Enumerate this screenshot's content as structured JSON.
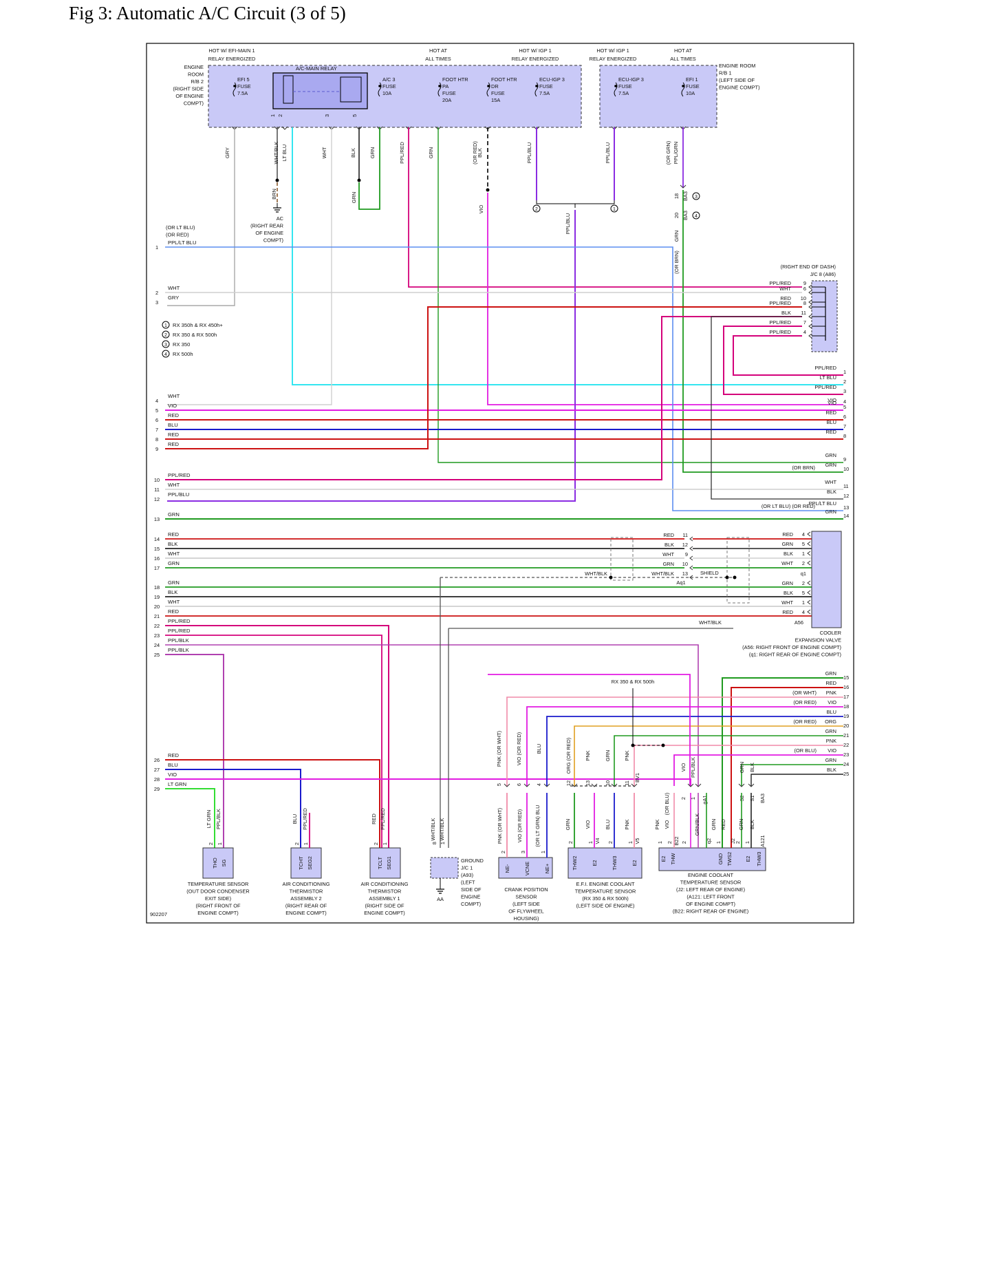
{
  "title": "Fig 3: Automatic A/C Circuit (3 of 5)",
  "figure_id": "902207",
  "colors": {
    "box_fill": "#c9c9f7",
    "box_stroke": "#555566",
    "GRY": "#a8a8a8",
    "WHT": "#cfcfcf",
    "LT_BLU": "#33e6f0",
    "BLU": "#1a1acc",
    "RED": "#cc1111",
    "PPL_RED": "#d4007a",
    "VIO": "#e21be2",
    "GRN": "#1f9a1f",
    "LT_GRN": "#33dd33",
    "PPL_BLU": "#8a2be2",
    "PPL_LTBLU": "#5b8ef0",
    "BLK": "#222222",
    "PNK": "#f08aa8",
    "ORG": "#e0a020",
    "PPL_BLK": "#b040b0",
    "BRN": "#8b5a2b",
    "WHT_BLK": "#555555"
  },
  "left_notes": {
    "engine_room": [
      "ENGINE",
      "ROOM",
      "R/B 2",
      "(RIGHT SIDE",
      "OF ENGINE",
      "COMPT)"
    ],
    "right_note": [
      "ENGINE ROOM",
      "R/B 1",
      "(LEFT SIDE OF",
      "ENGINE COMPT)"
    ]
  },
  "top_headers": [
    {
      "l1": "HOT W/ EFI-MAIN 1",
      "l2": "RELAY ENERGIZED"
    },
    {
      "l1": "HOT AT",
      "l2": "ALL TIMES"
    },
    {
      "l1": "HOT W/ IGP 1",
      "l2": "RELAY ENERGIZED"
    },
    {
      "l1": "HOT W/ IGP 1",
      "l2": "RELAY ENERGIZED"
    },
    {
      "l1": "HOT AT",
      "l2": "ALL TIMES"
    }
  ],
  "relay_label": "A/C-MAIN RELAY",
  "fuses": [
    {
      "l1": "EFI 5",
      "l2": "FUSE",
      "l3": "7.5A"
    },
    {
      "l1": "A/C 3",
      "l2": "FUSE",
      "l3": "10A"
    },
    {
      "l1": "FOOT HTR",
      "l2": "PA",
      "l3": "FUSE",
      "l4": "20A"
    },
    {
      "l1": "FOOT HTR",
      "l2": "DR",
      "l3": "FUSE",
      "l4": "15A"
    },
    {
      "l1": "ECU-IGP 3",
      "l2": "FUSE",
      "l3": "7.5A"
    },
    {
      "l1": "ECU-IGP 3",
      "l2": "FUSE",
      "l3": "7.5A"
    },
    {
      "l1": "EFI 1",
      "l2": "FUSE",
      "l3": "10A"
    }
  ],
  "top_wire_labels": [
    "GRY",
    "WHT/BLK",
    "LT BLU",
    "WHT",
    "BLK",
    "GRN",
    "PPL/RED",
    "GRN",
    "(OR RED)",
    "BLK",
    "PPL/BLU",
    "PPL/BLU",
    "(OR GRN)",
    "PPL/GRN"
  ],
  "relay_pins": [
    "1",
    "2",
    "3",
    "5"
  ],
  "mid_labels": {
    "brn": "BRN",
    "grn": "GRN",
    "vio": "VIO",
    "ppl_blu": "PPL/BLU",
    "ac_ground": [
      "AC",
      "(RIGHT REAR",
      "OF ENGINE",
      "COMPT)"
    ],
    "ba3_pin18": "18",
    "ba3_pin20": "20",
    "ba3": "BA3",
    "grn_v": "GRN",
    "or_brn_v": "(OR BRN)"
  },
  "variants": [
    {
      "n": "1",
      "t": "RX 350h & RX 450h+"
    },
    {
      "n": "2",
      "t": "RX 350 & RX 500h"
    },
    {
      "n": "3",
      "t": "RX 350"
    },
    {
      "n": "4",
      "t": "RX 500h"
    }
  ],
  "left_rows": [
    {
      "n": "1",
      "label": "PPL/LT BLU",
      "extra": [
        "(OR LT BLU)",
        "(OR RED)"
      ]
    },
    {
      "n": "2",
      "label": "WHT"
    },
    {
      "n": "3",
      "label": "GRY"
    },
    {
      "n": "4",
      "label": "WHT"
    },
    {
      "n": "5",
      "label": "VIO"
    },
    {
      "n": "6",
      "label": "RED"
    },
    {
      "n": "7",
      "label": "BLU"
    },
    {
      "n": "8",
      "label": "RED"
    },
    {
      "n": "9",
      "label": "RED"
    },
    {
      "n": "10",
      "label": "PPL/RED"
    },
    {
      "n": "11",
      "label": "WHT"
    },
    {
      "n": "12",
      "label": "PPL/BLU"
    },
    {
      "n": "13",
      "label": "GRN"
    },
    {
      "n": "14",
      "label": "RED"
    },
    {
      "n": "15",
      "label": "BLK"
    },
    {
      "n": "16",
      "label": "WHT"
    },
    {
      "n": "17",
      "label": "GRN"
    },
    {
      "n": "18",
      "label": "GRN"
    },
    {
      "n": "19",
      "label": "BLK"
    },
    {
      "n": "20",
      "label": "WHT"
    },
    {
      "n": "21",
      "label": "RED"
    },
    {
      "n": "22",
      "label": "PPL/RED"
    },
    {
      "n": "23",
      "label": "PPL/RED"
    },
    {
      "n": "24",
      "label": "PPL/BLK"
    },
    {
      "n": "25",
      "label": "PPL/BLK"
    },
    {
      "n": "26",
      "label": "RED"
    },
    {
      "n": "27",
      "label": "BLU"
    },
    {
      "n": "28",
      "label": "VIO"
    },
    {
      "n": "29",
      "label": "LT GRN"
    }
  ],
  "jc8": {
    "title": "(RIGHT END OF DASH)",
    "sub": "J/C 8 (A86)",
    "pins": [
      {
        "label": "PPL/RED",
        "pin": "9"
      },
      {
        "label": "WHT",
        "pin": "6"
      },
      {
        "label": "RED",
        "pin": "10"
      },
      {
        "label": "PPL/RED",
        "pin": "8"
      },
      {
        "label": "BLK",
        "pin": "11"
      },
      {
        "label": "PPL/RED",
        "pin": "7"
      },
      {
        "label": "PPL/RED",
        "pin": "4"
      }
    ]
  },
  "right_rows_a": [
    {
      "n": "1",
      "label": "PPL/RED"
    },
    {
      "n": "2",
      "label": "LT BLU"
    },
    {
      "n": "3",
      "label": "PPL/RED"
    },
    {
      "n": "4",
      "label": "VIO"
    },
    {
      "n": "5",
      "label": "VIO"
    },
    {
      "n": "6",
      "label": "RED"
    },
    {
      "n": "7",
      "label": "BLU"
    },
    {
      "n": "8",
      "label": "RED"
    },
    {
      "n": "9",
      "label": "GRN"
    },
    {
      "n": "10",
      "label": "GRN",
      "pre": "(OR BRN)"
    },
    {
      "n": "11",
      "label": "WHT"
    },
    {
      "n": "12",
      "label": "BLK"
    },
    {
      "n": "13",
      "label": "PPL/LT BLU",
      "pre": "(OR LT BLU)    (OR RED)"
    },
    {
      "n": "14",
      "label": "GRN"
    }
  ],
  "valve": {
    "left_pins": [
      {
        "label": "RED",
        "pin": "11"
      },
      {
        "label": "BLK",
        "pin": "12"
      },
      {
        "label": "WHT",
        "pin": "9"
      },
      {
        "label": "GRN",
        "pin": "10"
      },
      {
        "label": "WHT/BLK",
        "pin": "13"
      }
    ],
    "aq1": "Aq1",
    "shield": "SHIELD",
    "wht_blk_left": "WHT/BLK",
    "right_pins_top": [
      {
        "label": "RED",
        "pin": "4"
      },
      {
        "label": "GRN",
        "pin": "5"
      },
      {
        "label": "BLK",
        "pin": "1"
      },
      {
        "label": "WHT",
        "pin": "2"
      }
    ],
    "q1": "q1",
    "right_pins_bottom": [
      {
        "label": "GRN",
        "pin": "2"
      },
      {
        "label": "BLK",
        "pin": "5"
      },
      {
        "label": "WHT",
        "pin": "1"
      },
      {
        "label": "RED",
        "pin": "4"
      }
    ],
    "wht_blk": "WHT/BLK",
    "a56": "A56",
    "name": [
      "COOLER",
      "EXPANSION VALVE",
      "(A56: RIGHT FRONT OF ENGINE COMPT)",
      "(q1: RIGHT REAR OF ENGINE COMPT)"
    ]
  },
  "right_rows_b": [
    {
      "n": "15",
      "label": "GRN"
    },
    {
      "n": "16",
      "label": "RED"
    },
    {
      "n": "17",
      "label": "PNK",
      "pre": "(OR WHT)"
    },
    {
      "n": "18",
      "label": "VIO",
      "pre": "(OR RED)"
    },
    {
      "n": "19",
      "label": "BLU"
    },
    {
      "n": "20",
      "label": "ORG",
      "pre": "(OR RED)"
    },
    {
      "n": "21",
      "label": "GRN"
    },
    {
      "n": "22",
      "label": "PNK"
    },
    {
      "n": "23",
      "label": "VIO",
      "pre": "(OR BLU)"
    },
    {
      "n": "24",
      "label": "GRN"
    },
    {
      "n": "25",
      "label": "BLK"
    }
  ],
  "rx_note": "RX 350 & RX 500h",
  "bottom_vert_labels": {
    "crank": [
      "PNK (OR WHT)",
      "VIO (OR RED)",
      "BLU"
    ],
    "efi": [
      "ORG (OR RED)",
      "PNK",
      "GRN",
      "PNK"
    ],
    "efi_pins": [
      "12",
      "13",
      "10",
      "11"
    ],
    "crank_pins": [
      "5",
      "6",
      "4"
    ],
    "bv1": "BV1",
    "ect": [
      "VIO",
      "PPL/BLK",
      "GRN",
      "BLK"
    ],
    "ect_pins": [
      "2",
      "1",
      "S2",
      "S1"
    ],
    "ga1": "gA1",
    "ba3b": "BA3"
  },
  "components": [
    {
      "id": "temp_sensor",
      "pins": [
        "THO",
        "SG"
      ],
      "pinnums": [
        "2",
        "1"
      ],
      "wires": [
        "LT GRN",
        "PPL/BLK"
      ],
      "name": [
        "TEMPERATURE SENSOR",
        "(OUT DOOR CONDENSER",
        "EXIT SIDE)",
        "(RIGHT FRONT OF",
        "ENGINE COMPT)"
      ]
    },
    {
      "id": "thermistor2",
      "pins": [
        "TCHT",
        "SEG2"
      ],
      "pinnums": [
        "2",
        "1"
      ],
      "wires": [
        "BLU",
        "PPL/RED"
      ],
      "name": [
        "AIR CONDITIONING",
        "THERMISTOR",
        "ASSEMBLY 2",
        "(RIGHT REAR OF",
        "ENGINE COMPT)"
      ]
    },
    {
      "id": "thermistor1",
      "pins": [
        "TCLT",
        "SEG1"
      ],
      "pinnums": [
        "2",
        "1"
      ],
      "wires": [
        "RED",
        "PPL/RED"
      ],
      "name": [
        "AIR CONDITIONING",
        "THERMISTOR",
        "ASSEMBLY 1",
        "(RIGHT SIDE OF",
        "ENGINE COMPT)"
      ]
    },
    {
      "id": "ground_jc1",
      "pins": [],
      "pinnums": [
        "8",
        "1"
      ],
      "wires": [
        "WHT/BLK",
        "WHT/BLK"
      ],
      "name": [
        "GROUND",
        "J/C 1",
        "(A93)",
        "(LEFT",
        "SIDE OF",
        "ENGINE",
        "COMPT)"
      ],
      "aa": "AA"
    },
    {
      "id": "crank_sensor",
      "pins": [
        "NE-",
        "VCNE",
        "NE+"
      ],
      "pinnums": [
        "2",
        "3",
        "1"
      ],
      "wires": [
        "PNK (OR WHT)",
        "VIO (OR RED)",
        "(OR LT GRN) BLU"
      ],
      "name": [
        "CRANK POSITION",
        "SENSOR",
        "(LEFT SIDE",
        "OF FLYWHEEL",
        "HOUSING)"
      ]
    },
    {
      "id": "efi_sensor",
      "pins": [
        "THW2",
        "E2",
        "THW3",
        "E2"
      ],
      "pinnums": [
        "2",
        "1",
        "2",
        "1"
      ],
      "wires": [
        "GRN",
        "VIO",
        "BLU",
        "PNK"
      ],
      "conn": [
        "V4",
        "V5"
      ],
      "name": [
        "E.F.I. ENGINE COOLANT",
        "TEMPERATURE SENSOR",
        "(RX 350 & RX 500h)",
        "(LEFT SIDE OF ENGINE)"
      ]
    },
    {
      "id": "ect_sensor",
      "pins": [
        "E2",
        "THW",
        "GND",
        "TWS2",
        "E2",
        "THW3"
      ],
      "pinnums": [
        "1",
        "2",
        "2",
        "1",
        "2",
        "1"
      ],
      "wires": [
        "PNK",
        "VIO",
        "GRN/BLK",
        "GRN",
        "RED",
        "GRN",
        "BLK"
      ],
      "side_labels": [
        "(OR BLU)",
        "B22",
        "q2",
        "J2",
        "A121"
      ],
      "name": [
        "ENGINE COOLANT",
        "TEMPERATURE SENSOR",
        "(J2: LEFT REAR OF ENGINE)",
        "(A121: LEFT FRONT",
        "OF ENGINE COMPT)",
        "(B22: RIGHT REAR OF ENGINE)"
      ]
    }
  ]
}
